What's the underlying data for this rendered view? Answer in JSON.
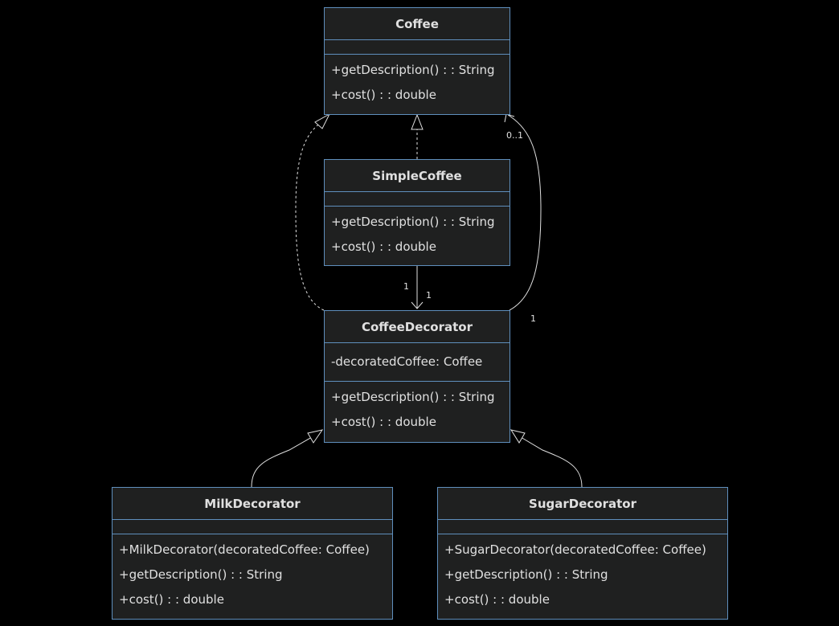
{
  "classes": {
    "coffee": {
      "name": "Coffee",
      "attributes": [],
      "methods": [
        "+getDescription() : : String",
        "+cost() : : double"
      ]
    },
    "simple_coffee": {
      "name": "SimpleCoffee",
      "attributes": [],
      "methods": [
        "+getDescription() : : String",
        "+cost() : : double"
      ]
    },
    "coffee_decorator": {
      "name": "CoffeeDecorator",
      "attributes": [
        "-decoratedCoffee: Coffee"
      ],
      "methods": [
        "+getDescription() : : String",
        "+cost() : : double"
      ]
    },
    "milk_decorator": {
      "name": "MilkDecorator",
      "attributes": [],
      "methods": [
        "+MilkDecorator(decoratedCoffee: Coffee)",
        "+getDescription() : : String",
        "+cost() : : double"
      ]
    },
    "sugar_decorator": {
      "name": "SugarDecorator",
      "attributes": [],
      "methods": [
        "+SugarDecorator(decoratedCoffee: Coffee)",
        "+getDescription() : : String",
        "+cost() : : double"
      ]
    }
  },
  "edge_labels": {
    "decorator_to_coffee_target": "0..1",
    "decorator_to_coffee_source": "1",
    "simple_to_decorator_source": "1",
    "simple_to_decorator_target": "1"
  },
  "colors": {
    "border": "#5f8fbd",
    "fill": "#1f2020",
    "background": "#000000",
    "text": "#e0e0e0"
  }
}
